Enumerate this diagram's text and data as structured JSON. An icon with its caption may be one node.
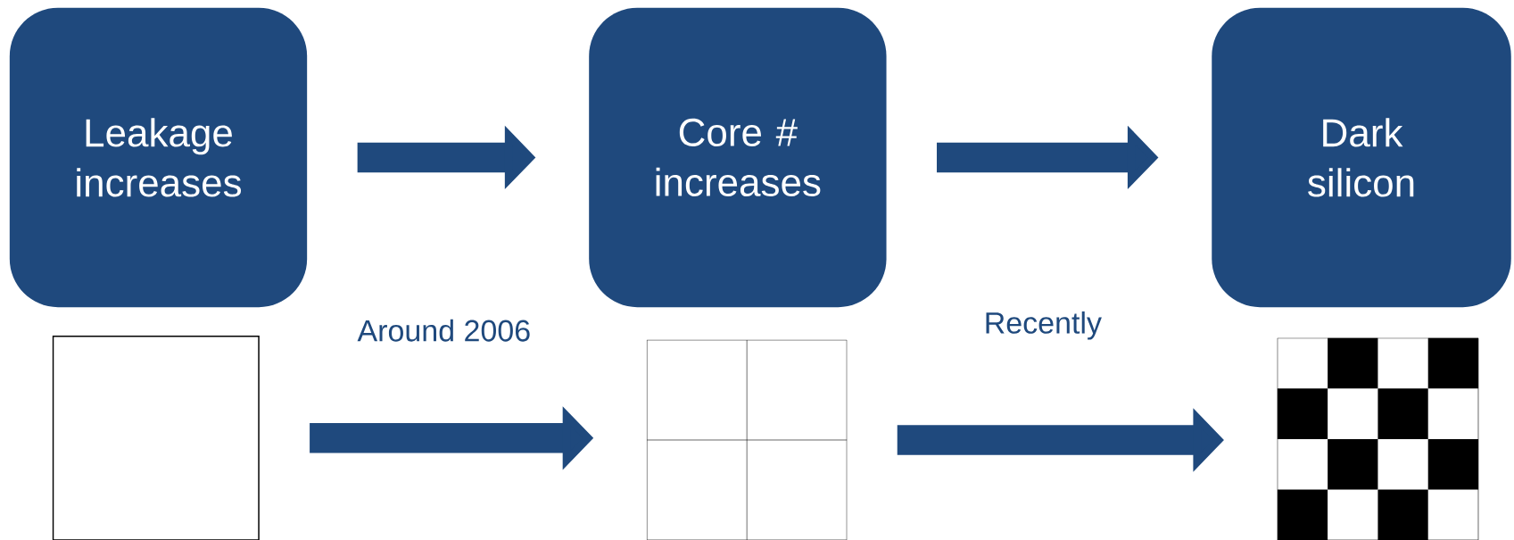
{
  "diagram": {
    "nodes": [
      {
        "text": [
          "Leakage increases"
        ]
      },
      {
        "text": [
          "Core # increases"
        ]
      },
      {
        "text": [
          "Dark silicon"
        ]
      },
      {
        "text": [],
        "shape": "box"
      },
      {
        "text": [],
        "shape": "box"
      },
      {
        "text": [],
        "shape": "box"
      }
    ],
    "edges": [
      {
        "from": 0,
        "to": 1,
        "arrow": "to"
      },
      {
        "from": 1,
        "to": 2,
        "arrow": "to"
      },
      {
        "from": 3,
        "to": 4,
        "arrow": "to"
      },
      {
        "from": 4,
        "to": 5,
        "arrow": "to"
      }
    ],
    "labels": [
      "Around 2006",
      "Recently"
    ]
  }
}
